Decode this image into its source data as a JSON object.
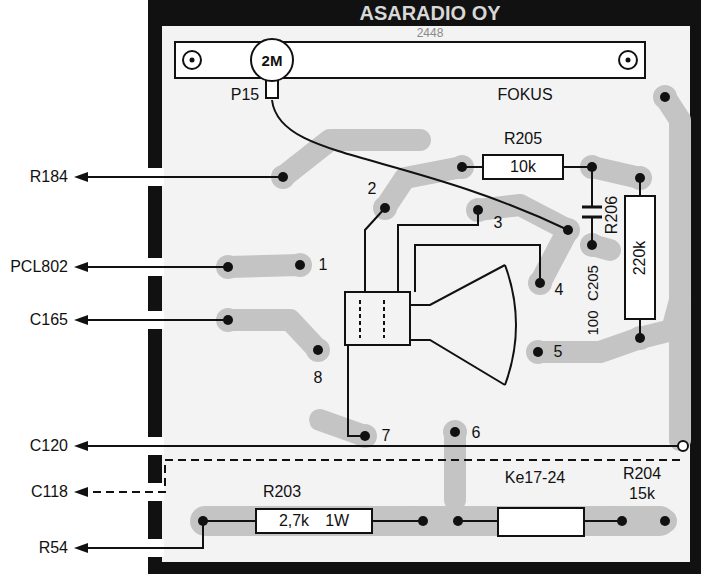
{
  "diagram": {
    "nodes": [
      {
        "text": [
          "2M"
        ]
      },
      {
        "text": [
          "R205",
          "10k"
        ]
      },
      {
        "text": [
          "R206",
          "220k"
        ]
      },
      {
        "text": [
          "R203",
          "2,7k",
          "1W"
        ]
      },
      {
        "text": [
          "Ke17-24",
          "R204",
          "15k"
        ]
      }
    ],
    "labels": [
      "ASARADIO OY",
      "2448",
      "P15",
      "FOKUS",
      "C205",
      "100",
      "R184",
      "PCL802",
      "C165",
      "C120",
      "C118",
      "R54",
      "1",
      "2",
      "3",
      "4",
      "5",
      "6",
      "7",
      "8"
    ]
  }
}
